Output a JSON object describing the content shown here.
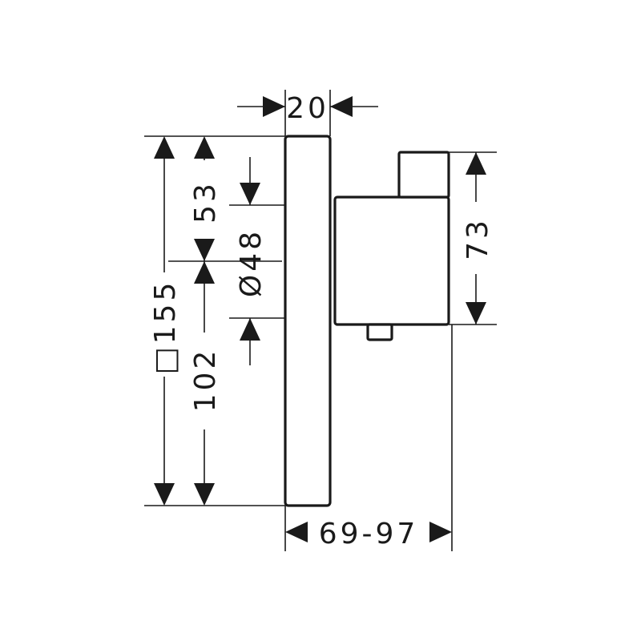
{
  "dimensions": {
    "depth_plate": "20",
    "height_upper": "53",
    "diameter": "Ø48",
    "square_size": "□155",
    "height_lower": "102",
    "module_height": "73",
    "depth_range": "69-97"
  },
  "colors": {
    "line": "#1a1a1a",
    "background": "#ffffff"
  }
}
